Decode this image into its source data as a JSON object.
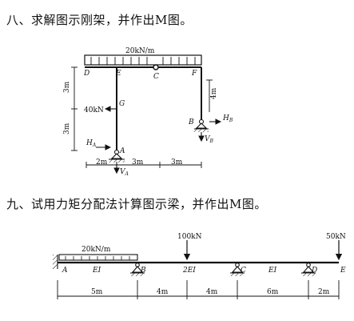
{
  "problem8": {
    "title": "八、求解图示刚架，并作出M图。",
    "load": "20kN/m",
    "nodes": {
      "D": "D",
      "E": "E",
      "C": "C",
      "F": "F",
      "G": "G",
      "B": "B",
      "A": "A"
    },
    "force_G": "40kN",
    "H_B": "H",
    "H_B_sub": "B",
    "V_B": "V",
    "V_B_sub": "B",
    "H_A": "H",
    "H_A_sub": "A",
    "V_A": "V",
    "V_A_sub": "A",
    "dim_3m_upper": "3m",
    "dim_3m_lower": "3m",
    "dim_4m": "4m",
    "dim_2m": "2m",
    "dim_3m_mid": "3m",
    "dim_3m_right": "3m"
  },
  "problem9": {
    "title": "九、试用力矩分配法计算图示梁，并作出M图。",
    "load": "20kN/m",
    "force_100": "100kN",
    "force_50": "50kN",
    "nodes": {
      "A": "A",
      "B": "B",
      "C": "C",
      "D": "D",
      "E": "E"
    },
    "EI_1": "EI",
    "EI_2": "2EI",
    "EI_3": "EI",
    "dims": [
      "5m",
      "4m",
      "4m",
      "6m",
      "2m"
    ]
  }
}
